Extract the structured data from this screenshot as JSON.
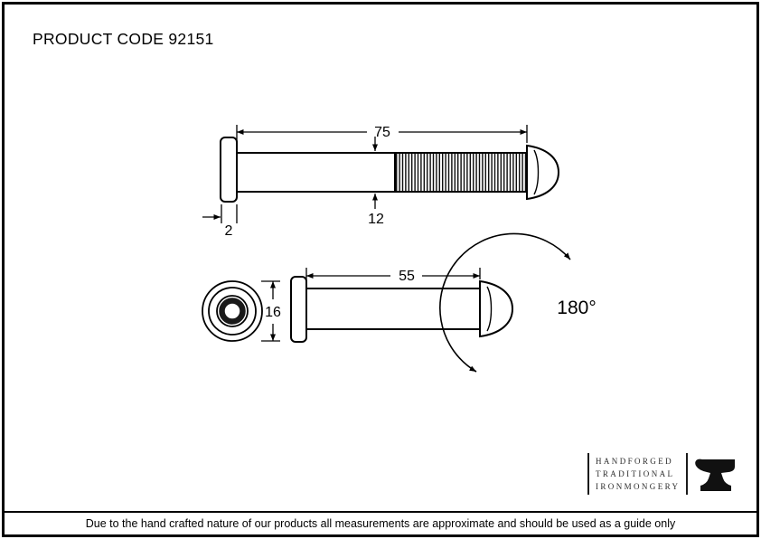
{
  "header": {
    "product_code": "PRODUCT CODE 92151"
  },
  "dimensions": {
    "overall_length": "75",
    "barrel_diameter": "12",
    "flange_thickness": "2",
    "short_length": "55",
    "face_diameter": "16",
    "viewing_angle": "180°"
  },
  "logo": {
    "line1": "HANDFORGED",
    "line2": "TRADITIONAL",
    "line3": "IRONMONGERY",
    "icon": "anvil-icon"
  },
  "footer": {
    "disclaimer": "Due to the hand crafted nature of our products all measurements are approximate and should be used as a guide only"
  },
  "colors": {
    "ink": "#000000",
    "background": "#ffffff"
  }
}
